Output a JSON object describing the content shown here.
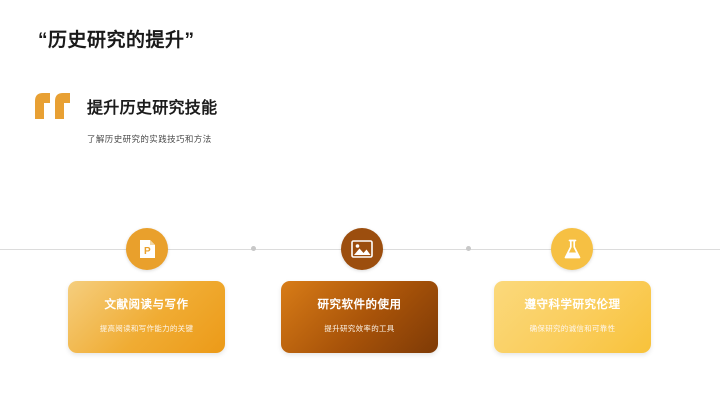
{
  "slide": {
    "title": "“历史研究的提升”",
    "background_color": "#ffffff"
  },
  "quote": {
    "mark": "“",
    "mark_icon": "quote-open-icon",
    "heading": "提升历史研究技能",
    "subtext": "了解历史研究的实践技巧和方法",
    "accent_color": "#E8A033"
  },
  "timeline": {
    "line_color": "#dcdcdc",
    "dot_color": "#c8c8c8",
    "nodes": [
      {
        "icon": "document-p-icon",
        "color": "#E9A02C"
      },
      {
        "icon": "image-picture-icon",
        "color": "#9C4E0E"
      },
      {
        "icon": "flask-beaker-icon",
        "color": "#F6C043"
      }
    ]
  },
  "cards": [
    {
      "title": "文献阅读与写作",
      "desc": "提高阅读和写作能力的关键",
      "gradient_from": "#F5CE7E",
      "gradient_to": "#EC9A18"
    },
    {
      "title": "研究软件的使用",
      "desc": "提升研究效率的工具",
      "gradient_from": "#D87C17",
      "gradient_to": "#7E3A06"
    },
    {
      "title": "遵守科学研究伦理",
      "desc": "确保研究的诚信和可靠性",
      "gradient_from": "#FBD97C",
      "gradient_to": "#F8C23A"
    }
  ]
}
